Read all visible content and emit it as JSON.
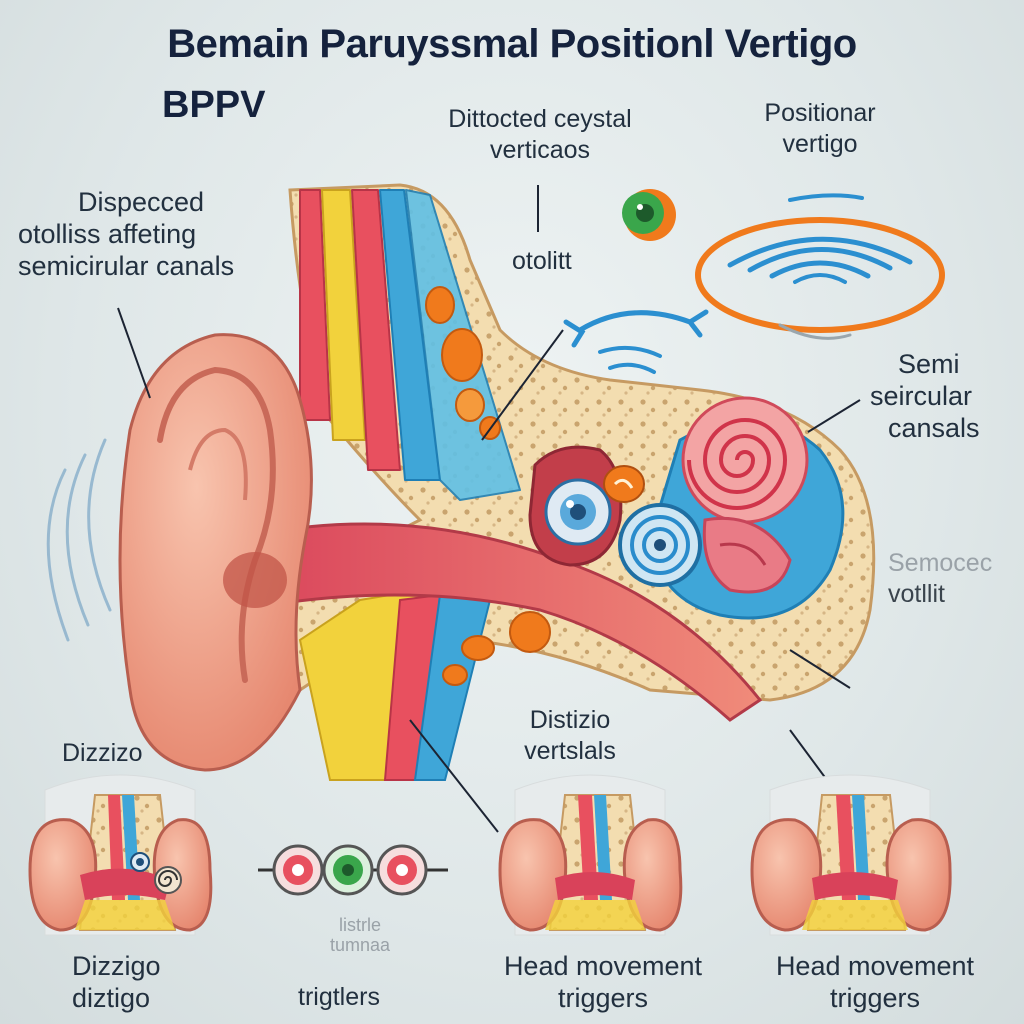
{
  "title": "Bemain Paruyssmal Positionl Vertigo",
  "subtitle": "BPPV",
  "labels": {
    "displaced": [
      "Dispecced",
      "otolliss affeting",
      "semicirular canals"
    ],
    "dislocated": [
      "Dittocted ceystal",
      "verticaos"
    ],
    "otolith": "otolitt",
    "positional": [
      "Positionar",
      "vertigo"
    ],
    "semicircular": [
      "Semi",
      "seircular",
      "cansals"
    ],
    "semoccc": [
      "Semocec",
      "votllit"
    ],
    "distizio": [
      "Distizio",
      "vertslals"
    ],
    "dizzizo": "Dizzizo",
    "dizzigo_bottom": [
      "Dizzigo",
      "diztigo"
    ],
    "triggers_faded": [
      "listrle",
      "tumnaa"
    ],
    "triggers": "trigtlers",
    "head_movement_1": [
      "Head movement",
      "triggers"
    ],
    "head_movement_2": [
      "Head movement",
      "triggers"
    ]
  },
  "colors": {
    "background": "#dfe7e8",
    "skin": "#f2a98f",
    "skin_dark": "#d9776a",
    "bone": "#f3ddb0",
    "bone_dot": "#c9a46e",
    "canal_red": "#e8505f",
    "canal_yellow": "#f2d23c",
    "canal_blue": "#3fa6d8",
    "otolith_orange": "#f07a1c",
    "otolith_green": "#3aa64b",
    "ring_orange": "#f07a1c",
    "ring_blue": "#2b8fd0"
  }
}
